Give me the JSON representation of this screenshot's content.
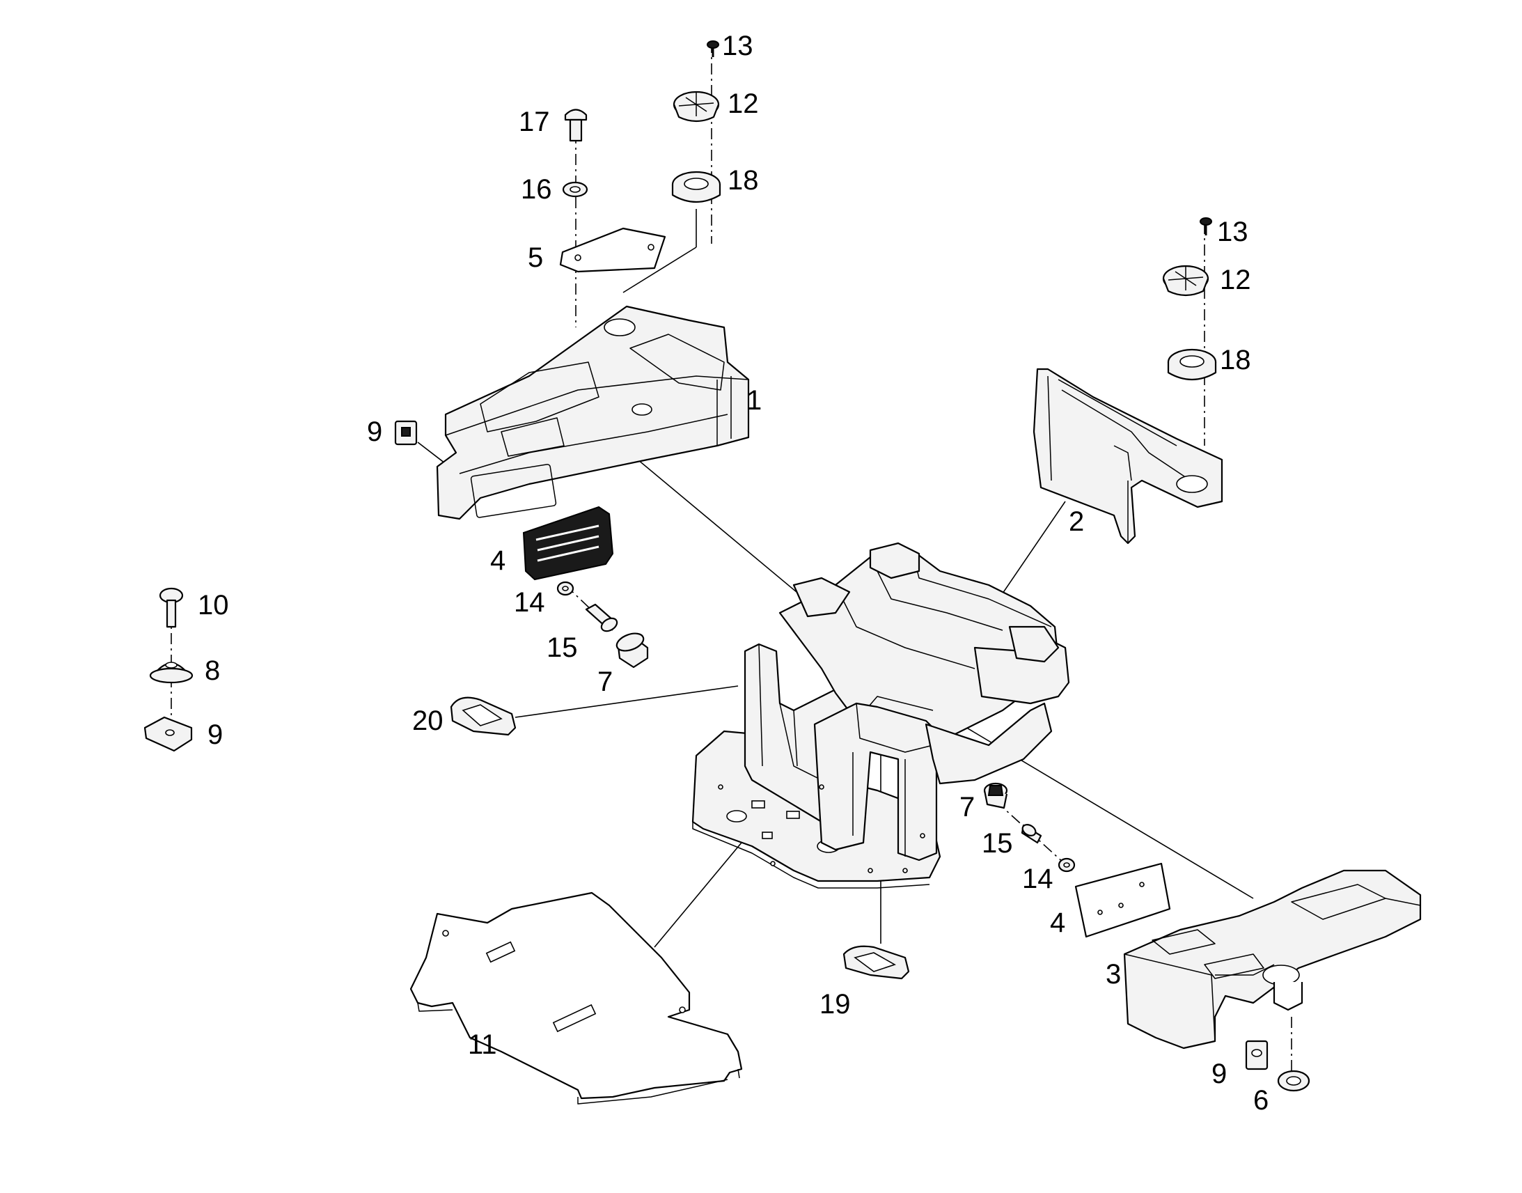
{
  "callouts": {
    "c1": "1",
    "c2": "2",
    "c3": "3",
    "c4a": "4",
    "c4b": "4",
    "c5": "5",
    "c6": "6",
    "c7a": "7",
    "c7b": "7",
    "c8": "8",
    "c9a": "9",
    "c9b": "9",
    "c9c": "9",
    "c10": "10",
    "c11": "11",
    "c12a": "12",
    "c12b": "12",
    "c13a": "13",
    "c13b": "13",
    "c14a": "14",
    "c14b": "14",
    "c15a": "15",
    "c15b": "15",
    "c16": "16",
    "c17": "17",
    "c18a": "18",
    "c18b": "18",
    "c19": "19",
    "c20": "20"
  }
}
